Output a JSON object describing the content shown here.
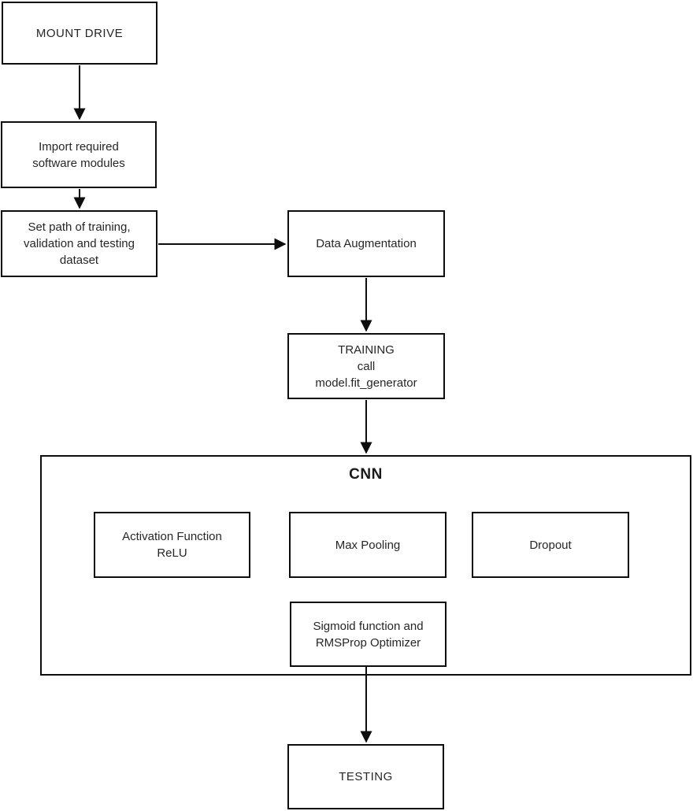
{
  "diagram_type": "flowchart",
  "nodes": {
    "mount_drive": {
      "label": "MOUNT DRIVE"
    },
    "import_modules": {
      "label": "Import required\nsoftware modules"
    },
    "set_path": {
      "label": "Set path of training,\nvalidation and testing\ndataset"
    },
    "data_augmentation": {
      "label": "Data Augmentation"
    },
    "training": {
      "label": "TRAINING\ncall\nmodel.fit_generator"
    },
    "cnn_group": {
      "label": "CNN"
    },
    "activation_relu": {
      "label": "Activation Function\nReLU"
    },
    "max_pooling": {
      "label": "Max Pooling"
    },
    "dropout": {
      "label": "Dropout"
    },
    "sigmoid_rmsprop": {
      "label": "Sigmoid function and\nRMSProp Optimizer"
    },
    "testing": {
      "label": "TESTING"
    }
  },
  "edges": [
    {
      "from": "mount_drive",
      "to": "import_modules",
      "direction": "down"
    },
    {
      "from": "import_modules",
      "to": "set_path",
      "direction": "down"
    },
    {
      "from": "set_path",
      "to": "data_augmentation",
      "direction": "right"
    },
    {
      "from": "data_augmentation",
      "to": "training",
      "direction": "down"
    },
    {
      "from": "training",
      "to": "cnn_group",
      "direction": "down"
    },
    {
      "from": "sigmoid_rmsprop",
      "to": "testing",
      "direction": "down"
    }
  ],
  "colors": {
    "background": "#ffffff",
    "border": "#0d0d0d",
    "text": "#262626",
    "arrow": "#0d0d0d"
  }
}
